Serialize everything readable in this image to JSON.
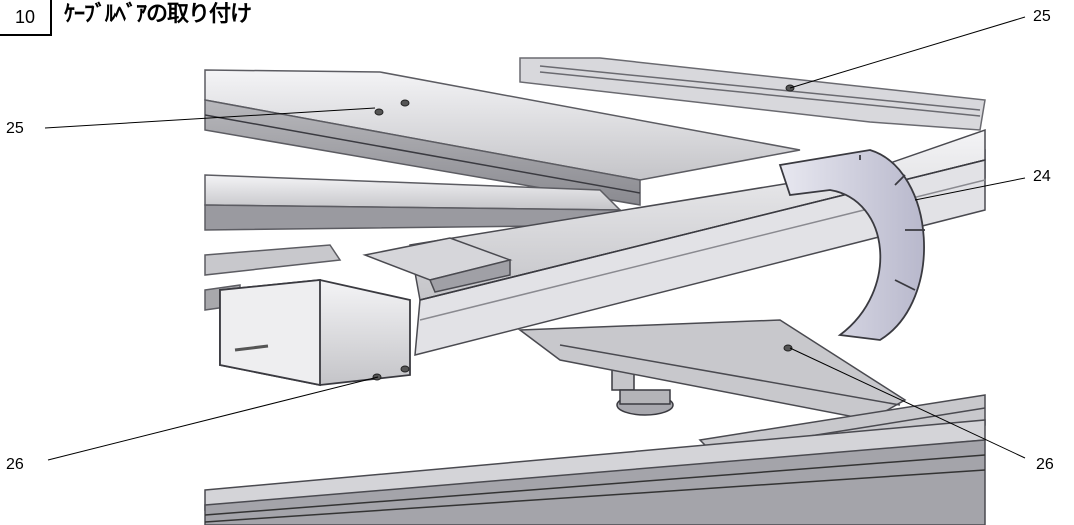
{
  "header": {
    "step_number": "10",
    "title": "ｹｰﾌﾞﾙﾍﾞｱの取り付け"
  },
  "callouts": [
    {
      "id": "c1",
      "label": "25"
    },
    {
      "id": "c2",
      "label": "25"
    },
    {
      "id": "c3",
      "label": "24"
    },
    {
      "id": "c4",
      "label": "26"
    },
    {
      "id": "c5",
      "label": "26"
    }
  ]
}
